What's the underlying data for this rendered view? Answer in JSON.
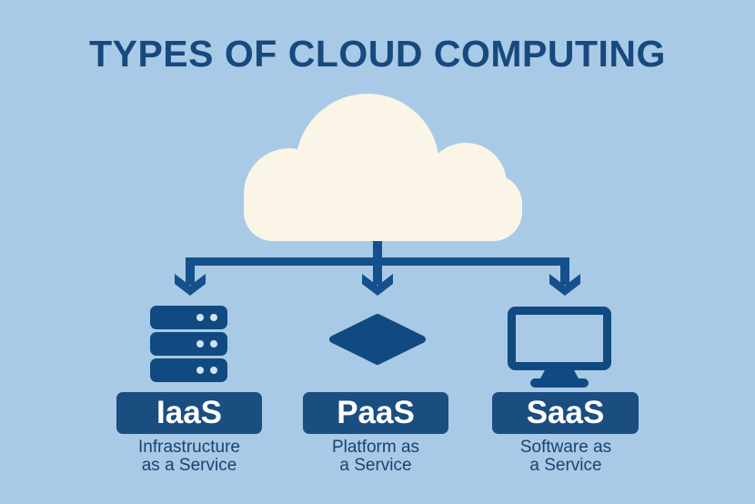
{
  "title": "TYPES OF CLOUD COMPUTING",
  "colors": {
    "background": "#A8CAE6",
    "navy": "#14518C",
    "icon": "#114A80",
    "bar": "#1B4E80",
    "title": "#17497E",
    "subtitle": "#1B4371",
    "cloud": "#FAF5E7",
    "bar_text": "#FFFFFF",
    "server_dot": "#CFE3F2"
  },
  "diagram": {
    "root_icon": "cloud-icon",
    "branches": [
      {
        "id": "iaas",
        "icon": "server-icon",
        "label": "IaaS",
        "description": "Infrastructure\nas a Service"
      },
      {
        "id": "paas",
        "icon": "platform-icon",
        "label": "PaaS",
        "description": "Platform as\na Service"
      },
      {
        "id": "saas",
        "icon": "monitor-icon",
        "label": "SaaS",
        "description": "Software as\na Service"
      }
    ]
  }
}
